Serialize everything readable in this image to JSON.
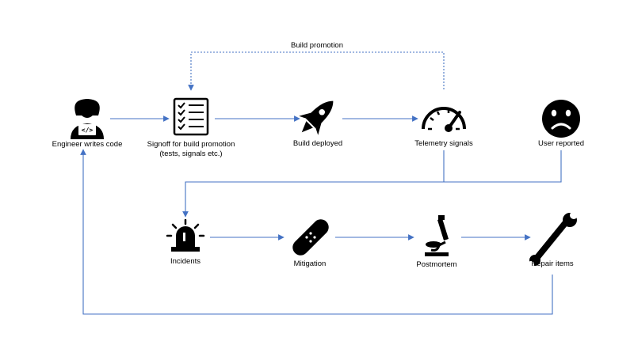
{
  "labels": {
    "loop": "Build promotion",
    "engineer": "Engineer writes code",
    "signoff_1": "Signoff for build promotion",
    "signoff_2": "(tests, signals etc.)",
    "deployed": "Build deployed",
    "telemetry": "Telemetry signals",
    "user": "User reported",
    "incidents": "Incidents",
    "mitigation": "Mitigation",
    "postmortem": "Postmortem",
    "repair": "Repair items"
  },
  "colors": {
    "connector": "#4472C4",
    "icon": "#000000",
    "background": "#ffffff"
  },
  "icons": [
    "engineer-icon",
    "checklist-icon",
    "rocket-icon",
    "gauge-icon",
    "sad-face-icon",
    "siren-icon",
    "bandage-icon",
    "microscope-icon",
    "wrench-icon"
  ]
}
